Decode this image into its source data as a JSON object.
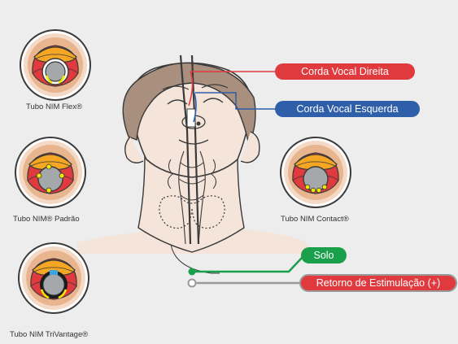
{
  "labels": {
    "right_vocal_cord": "Corda Vocal Direita",
    "left_vocal_cord": "Corda Vocal Esquerda",
    "ground": "Solo",
    "stim_return": "Retorno de Estimulação (+)"
  },
  "tubes": {
    "flex": "Tubo NIM Flex®",
    "standard": "Tubo NIM® Padrão",
    "contact": "Tubo NIM Contact®",
    "trivantage": "Tubo NIM TriVantage®"
  },
  "colors": {
    "background": "#ededee",
    "right_cord": "#e03a3e",
    "left_cord": "#2e5fa8",
    "ground": "#1aa04a",
    "stim_return_fill": "#e03a3e",
    "stim_return_border": "#9a9a9a",
    "skin": "#f4e4d9",
    "hair": "#a98f7e",
    "electrode": "#f3e600"
  }
}
